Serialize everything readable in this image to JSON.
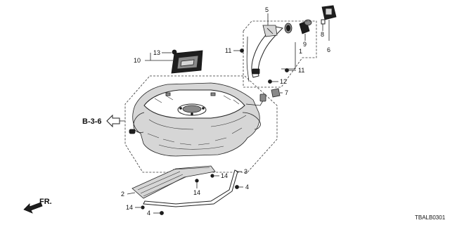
{
  "diagram": {
    "callouts": {
      "c1": "1",
      "c2": "2",
      "c3": "3",
      "c4a": "4",
      "c4b": "4",
      "c5": "5",
      "c6": "6",
      "c7": "7",
      "c8": "8",
      "c9": "9",
      "c10": "10",
      "c11a": "11",
      "c11b": "11",
      "c12": "12",
      "c13": "13",
      "c14a": "14",
      "c14b": "14",
      "c14c": "14"
    },
    "reference_label": "B-3-6",
    "direction_label": "FR.",
    "diagram_code": "TBALB0301"
  }
}
